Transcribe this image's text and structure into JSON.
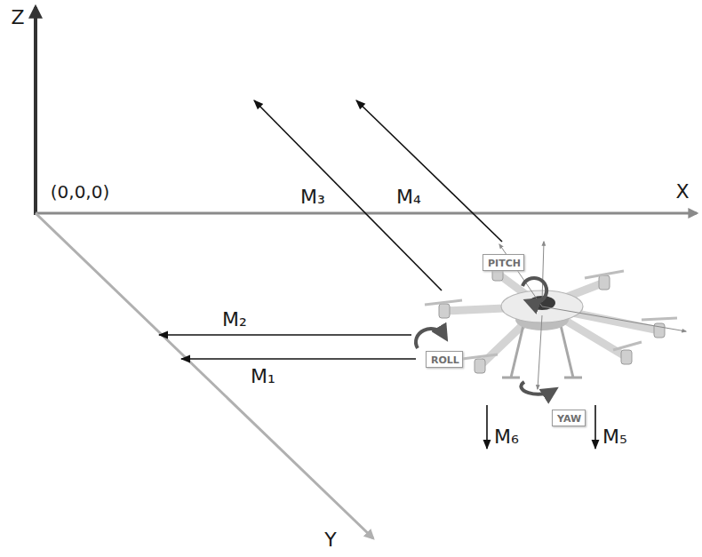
{
  "diagram": {
    "nodes": [
      {
        "text": [
          "PITCH"
        ]
      },
      {
        "text": [
          "ROLL"
        ]
      },
      {
        "text": [
          "YAW"
        ]
      }
    ],
    "labels": [
      "Z",
      "(0,0,0)",
      "X",
      "Y",
      "M₃",
      "M₄",
      "M₂",
      "M₁",
      "M₆",
      "M₅"
    ]
  }
}
